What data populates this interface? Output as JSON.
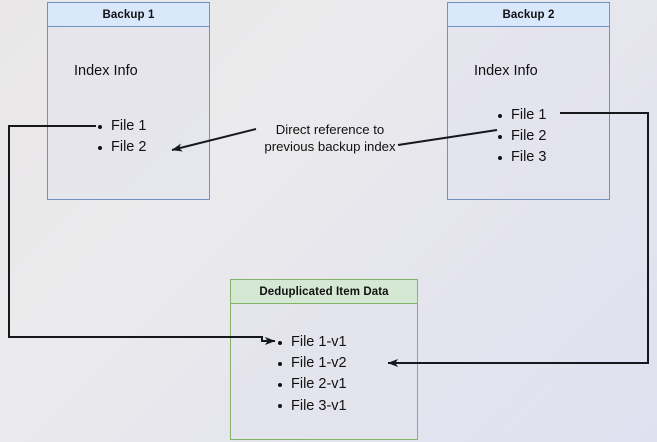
{
  "diagram": {
    "title_hidden": "Backup deduplication reference diagram",
    "background_gradient_from": "#e9e7e7",
    "background_gradient_to": "#dfe1f1",
    "blue_header_fill": "#dae8fc",
    "blue_border": "#7192be",
    "green_header_fill": "#d5e8d4",
    "green_border": "#83b366",
    "edge_color": "#16191c"
  },
  "backup1": {
    "header": "Backup 1",
    "body_title": "Index Info",
    "items": [
      {
        "label": "File 1"
      },
      {
        "label": "File 2"
      }
    ]
  },
  "backup2": {
    "header": "Backup 2",
    "body_title": "Index Info",
    "items": [
      {
        "label": "File 1"
      },
      {
        "label": "File 2"
      },
      {
        "label": "File 3"
      }
    ]
  },
  "dedup": {
    "header": "Deduplicated Item Data",
    "items": [
      {
        "label": "File 1-v1"
      },
      {
        "label": "File 1-v2"
      },
      {
        "label": "File 2-v1"
      },
      {
        "label": "File 3-v1"
      }
    ]
  },
  "annotations": {
    "direct_reference_line1": "Direct reference to",
    "direct_reference_line2": "previous backup index"
  }
}
